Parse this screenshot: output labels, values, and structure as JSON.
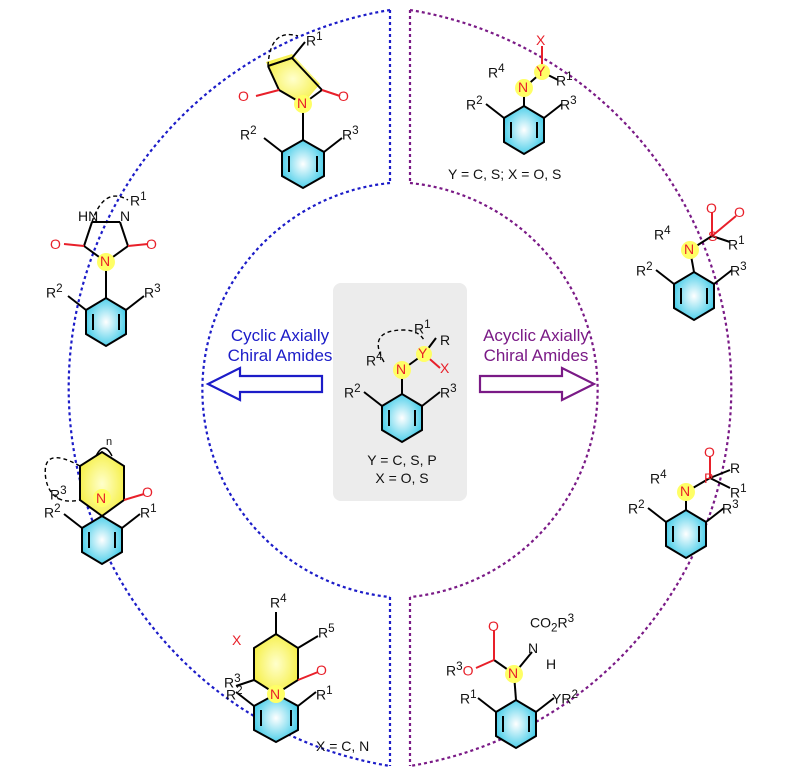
{
  "left_arrow": {
    "line1": "Cyclic Axially",
    "line2": "Chiral Amides",
    "color": "#1c1cc8"
  },
  "right_arrow": {
    "line1": "Acyclic Axially",
    "line2": "Chiral Amides",
    "color": "#7a1a86"
  },
  "center": {
    "y_values": "Y = C, S, P",
    "x_values": "X = O, S"
  },
  "structures": {
    "top_right_condition": "Y = C, S; X = O, S",
    "bottom_left_condition": "X = C, N"
  },
  "colors": {
    "heteroatom": "#e8202a",
    "highlight": "#ffff66",
    "ring_fill": "#5fd8f0",
    "outline": "#000000"
  }
}
